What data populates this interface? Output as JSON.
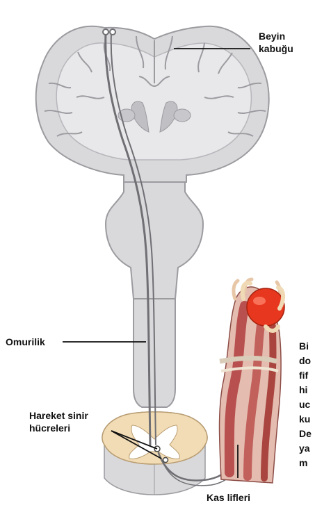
{
  "labels": {
    "cortex_line1": "Beyin",
    "cortex_line2": "kabuğu",
    "spinal_cord": "Omurilik",
    "motor_neurons_line1": "Hareket sinir",
    "motor_neurons_line2": "hücreleri",
    "muscle_fibers": "Kas lifleri"
  },
  "side_text_lines": [
    "Bi",
    "do",
    "fif",
    "hi",
    "uc",
    "ku",
    "De",
    "ya",
    "m"
  ],
  "colors": {
    "tissue_fill": "#d9d9db",
    "tissue_outline": "#9b9ba0",
    "nerve": "#6f6f74",
    "spinal_section": "#f2dcb5",
    "muscle": "#b8504f",
    "ball": "#e8371f"
  }
}
